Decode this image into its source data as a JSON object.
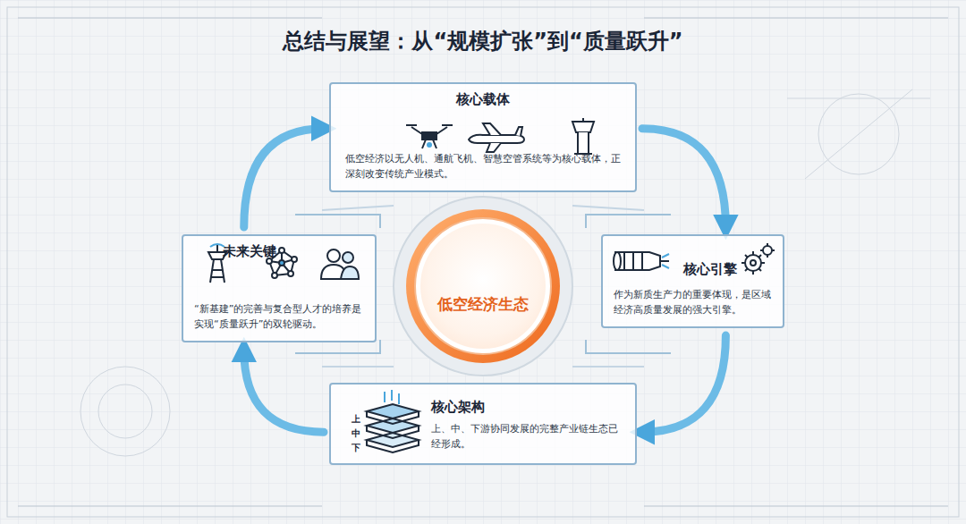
{
  "diagram": {
    "title": "总结与展望：从“规模扩张”到“质量跃升”",
    "nodes": [
      {
        "text": [
          "核心载体",
          "低空经济以无人机、通航飞机、智慧空管系统等为核心载体，正深刻改变传统产业模式。"
        ]
      },
      {
        "text": [
          "核心引擎",
          "作为新质生产力的重要体现，是区域经济高质量发展的强大引擎。"
        ]
      },
      {
        "text": [
          "核心架构",
          "上、中、下游协同发展的完整产业链生态已经形成。"
        ]
      },
      {
        "text": [
          "未来关键",
          "“新基建”的完善与复合型人才的培养是实现“质量跃升”的双轮驱动。"
        ]
      },
      {
        "text": [
          "低空经济生态"
        ]
      }
    ],
    "edges": [
      {
        "from": 0,
        "to": 1,
        "arrow": "to"
      },
      {
        "from": 1,
        "to": 2,
        "arrow": "to"
      },
      {
        "from": 2,
        "to": 3,
        "arrow": "to"
      },
      {
        "from": 3,
        "to": 0,
        "arrow": "to"
      }
    ],
    "labels": [
      "上",
      "中",
      "下"
    ]
  }
}
